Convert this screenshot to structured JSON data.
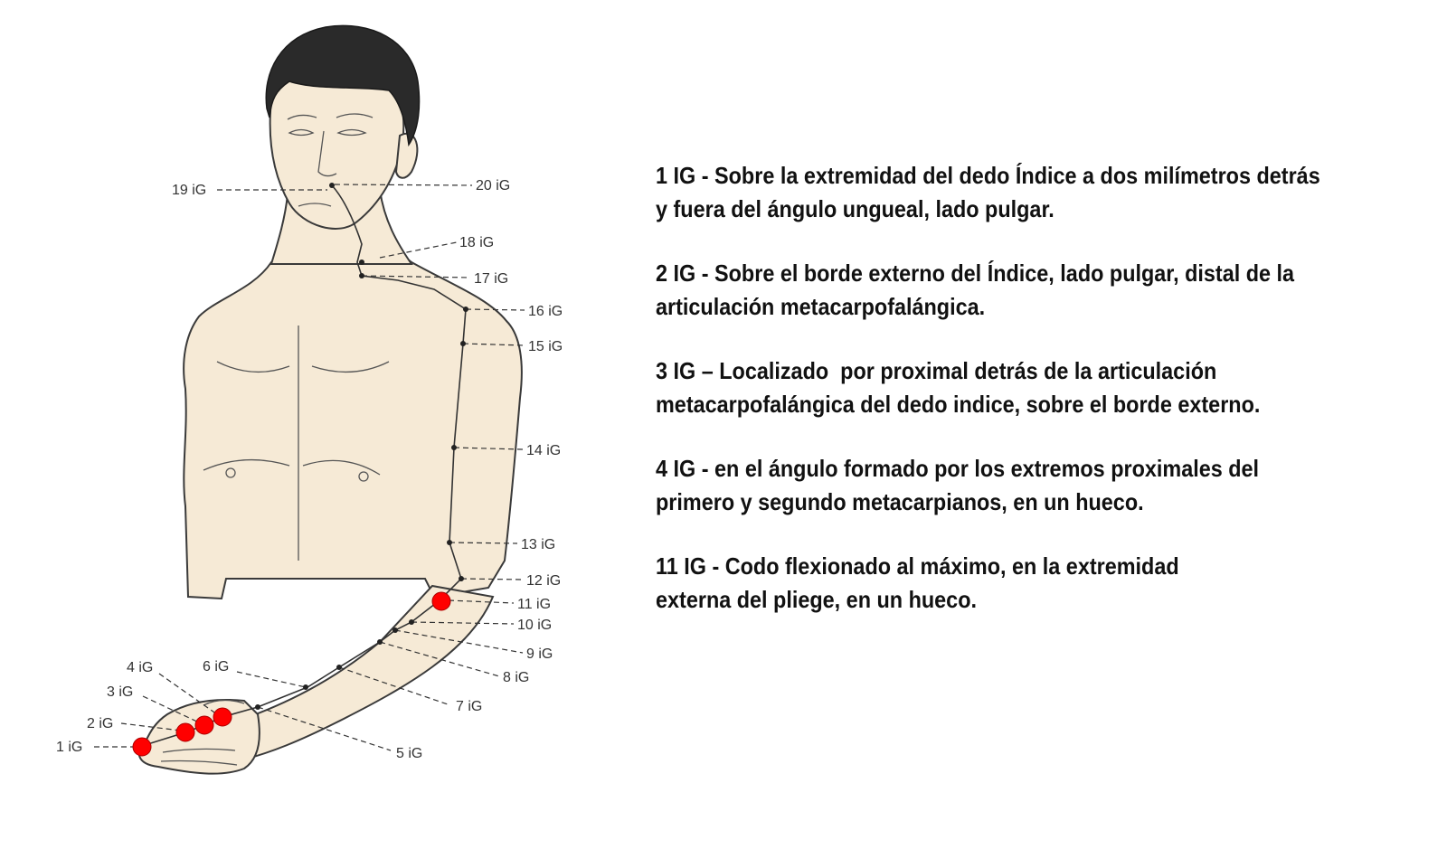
{
  "points": [
    {
      "id": "p1",
      "label": "1 iG",
      "highlighted": true
    },
    {
      "id": "p2",
      "label": "2 iG",
      "highlighted": true
    },
    {
      "id": "p3",
      "label": "3 iG",
      "highlighted": true
    },
    {
      "id": "p4",
      "label": "4 iG",
      "highlighted": true
    },
    {
      "id": "p5",
      "label": "5 iG",
      "highlighted": false
    },
    {
      "id": "p6",
      "label": "6 iG",
      "highlighted": false
    },
    {
      "id": "p7",
      "label": "7 iG",
      "highlighted": false
    },
    {
      "id": "p8",
      "label": "8 iG",
      "highlighted": false
    },
    {
      "id": "p9",
      "label": "9 iG",
      "highlighted": false
    },
    {
      "id": "p10",
      "label": "10 iG",
      "highlighted": false
    },
    {
      "id": "p11",
      "label": "11 iG",
      "highlighted": true
    },
    {
      "id": "p12",
      "label": "12 iG",
      "highlighted": false
    },
    {
      "id": "p13",
      "label": "13 iG",
      "highlighted": false
    },
    {
      "id": "p14",
      "label": "14 iG",
      "highlighted": false
    },
    {
      "id": "p15",
      "label": "15 iG",
      "highlighted": false
    },
    {
      "id": "p16",
      "label": "16 iG",
      "highlighted": false
    },
    {
      "id": "p17",
      "label": "17 iG",
      "highlighted": false
    },
    {
      "id": "p18",
      "label": "18 iG",
      "highlighted": false
    },
    {
      "id": "p19",
      "label": "19 iG",
      "highlighted": false
    },
    {
      "id": "p20",
      "label": "20 iG",
      "highlighted": false
    }
  ],
  "descriptions": [
    {
      "line1": "1 IG - Sobre la extremidad del dedo Índice a dos milímetros detrás",
      "line2": "y fuera del ángulo ungueal, lado pulgar."
    },
    {
      "line1": "2 IG - Sobre el borde externo del Índice, lado pulgar, distal de la",
      "line2": "articulación metacarpofalángica."
    },
    {
      "line1": "3 IG – Localizado  por proximal detrás de la articulación",
      "line2": "metacarpofalángica del dedo indice, sobre el borde externo."
    },
    {
      "line1": "4 IG - en el ángulo formado por los extremos proximales del",
      "line2": "primero y segundo metacarpianos, en un hueco."
    },
    {
      "line1": "11 IG - Codo flexionado al máximo, en la extremidad",
      "line2": "externa del pliege, en un hueco."
    }
  ],
  "colors": {
    "highlight": "#ff0000",
    "skin": "#f6ead6",
    "text": "#111111"
  }
}
